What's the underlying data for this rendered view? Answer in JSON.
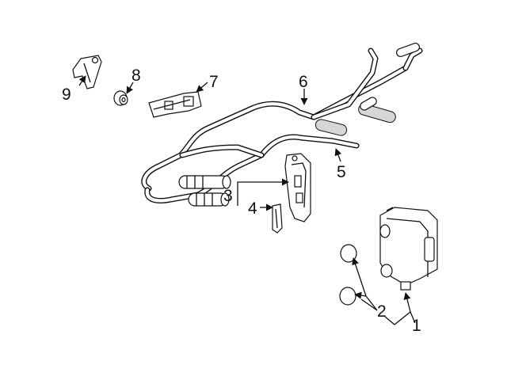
{
  "callouts": [
    {
      "id": "c1",
      "label": "1"
    },
    {
      "id": "c2",
      "label": "2"
    },
    {
      "id": "c3",
      "label": "3"
    },
    {
      "id": "c4",
      "label": "4"
    },
    {
      "id": "c5",
      "label": "5"
    },
    {
      "id": "c6",
      "label": "6"
    },
    {
      "id": "c7",
      "label": "7"
    },
    {
      "id": "c8",
      "label": "8"
    },
    {
      "id": "c9",
      "label": "9"
    }
  ]
}
